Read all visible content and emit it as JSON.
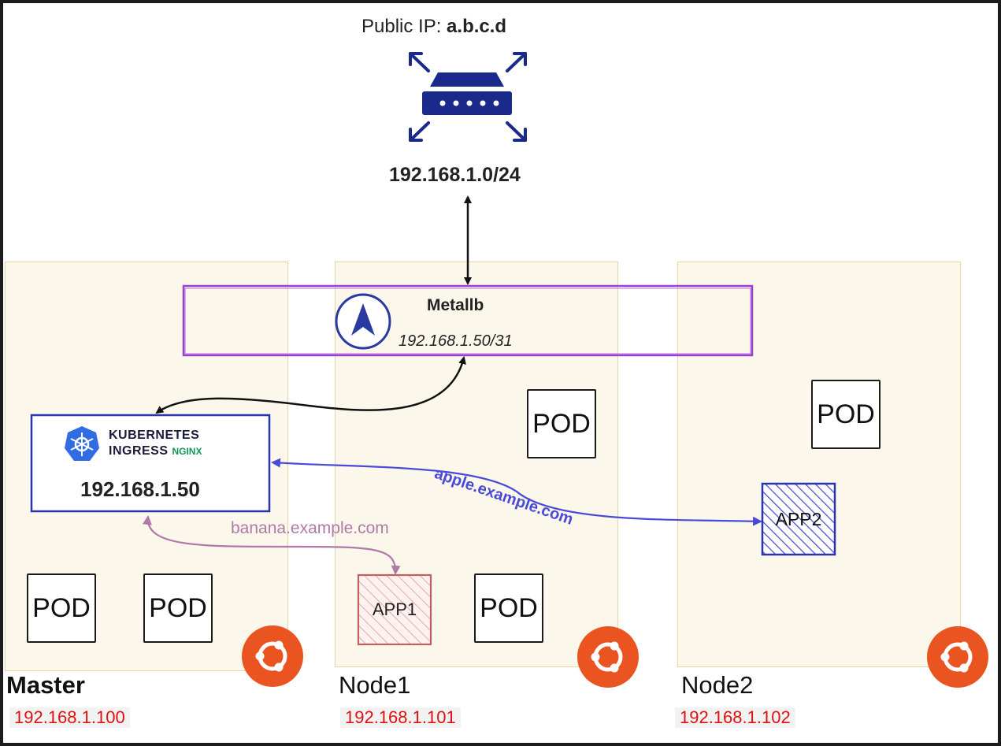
{
  "router": {
    "public_ip_label": "Public IP: ",
    "public_ip_value": "a.b.c.d",
    "subnet": "192.168.1.0/24"
  },
  "metallb": {
    "title": "Metallb",
    "range": "192.168.1.50/31"
  },
  "ingress": {
    "line1": "KUBERNETES",
    "line2": "INGRESS",
    "brand": "NGINX",
    "ip": "192.168.1.50"
  },
  "routes": {
    "apple": "apple.example.com",
    "banana": "banana.example.com"
  },
  "nodes": [
    {
      "name": "Master",
      "ip": "192.168.1.100"
    },
    {
      "name": "Node1",
      "ip": "192.168.1.101"
    },
    {
      "name": "Node2",
      "ip": "192.168.1.102"
    }
  ],
  "pod_label": "POD",
  "apps": {
    "app1": "APP1",
    "app2": "APP2"
  },
  "colors": {
    "router": "#1a2a8a",
    "metallb": "#9b40d0",
    "ingress": "#2a34b0",
    "apple": "#4a4ad8",
    "banana": "#b07aa8",
    "app1": "#c06060",
    "ubuntu": "#e95420",
    "ip_text": "#e01010"
  },
  "icons": [
    "router-icon",
    "metallb-icon",
    "kubernetes-icon",
    "ubuntu-icon"
  ]
}
